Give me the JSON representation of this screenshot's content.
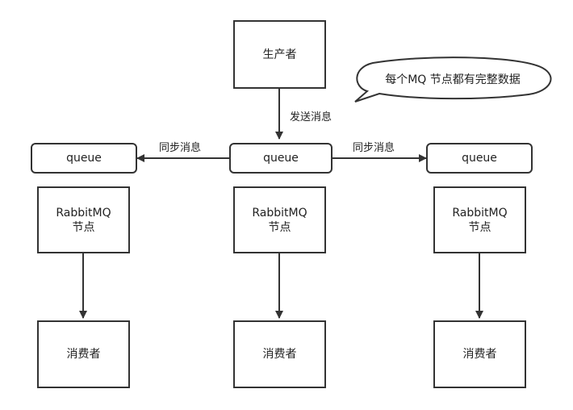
{
  "producer": {
    "label": "生产者"
  },
  "callout": {
    "text": "每个MQ 节点都有完整数据"
  },
  "send_label": "发送消息",
  "sync_label_left": "同步消息",
  "sync_label_right": "同步消息",
  "queues": [
    "queue",
    "queue",
    "queue"
  ],
  "nodes": [
    {
      "line1": "RabbitMQ",
      "line2": "节点"
    },
    {
      "line1": "RabbitMQ",
      "line2": "节点"
    },
    {
      "line1": "RabbitMQ",
      "line2": "节点"
    }
  ],
  "consumers": [
    "消费者",
    "消费者",
    "消费者"
  ],
  "colors": {
    "stroke": "#333333",
    "text": "#222222",
    "background": "#ffffff"
  }
}
